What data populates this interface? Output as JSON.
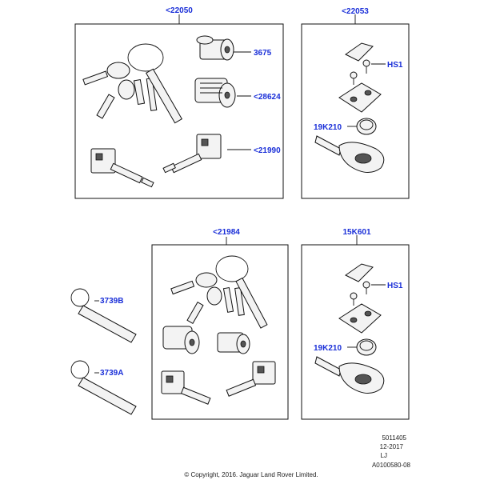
{
  "callouts": {
    "c22050": "<22050",
    "c3675": "3675",
    "c28624": "<28624",
    "c21990": "<21990",
    "c22053": "<22053",
    "cHS1_top": "HS1",
    "c19K210_top": "19K210",
    "c21984": "<21984",
    "c3739B": "3739B",
    "c3739A": "3739A",
    "c15K601": "15K601",
    "cHS1_bottom": "HS1",
    "c19K210_bottom": "19K210"
  },
  "footer": {
    "code1": "5011405",
    "date": "12-2017",
    "initials": "LJ",
    "ref": "A0100580-08",
    "copyright": "© Copyright, 2016. Jaguar Land Rover Limited."
  },
  "colors": {
    "callout": "#1a2fd8",
    "line": "#111111"
  }
}
